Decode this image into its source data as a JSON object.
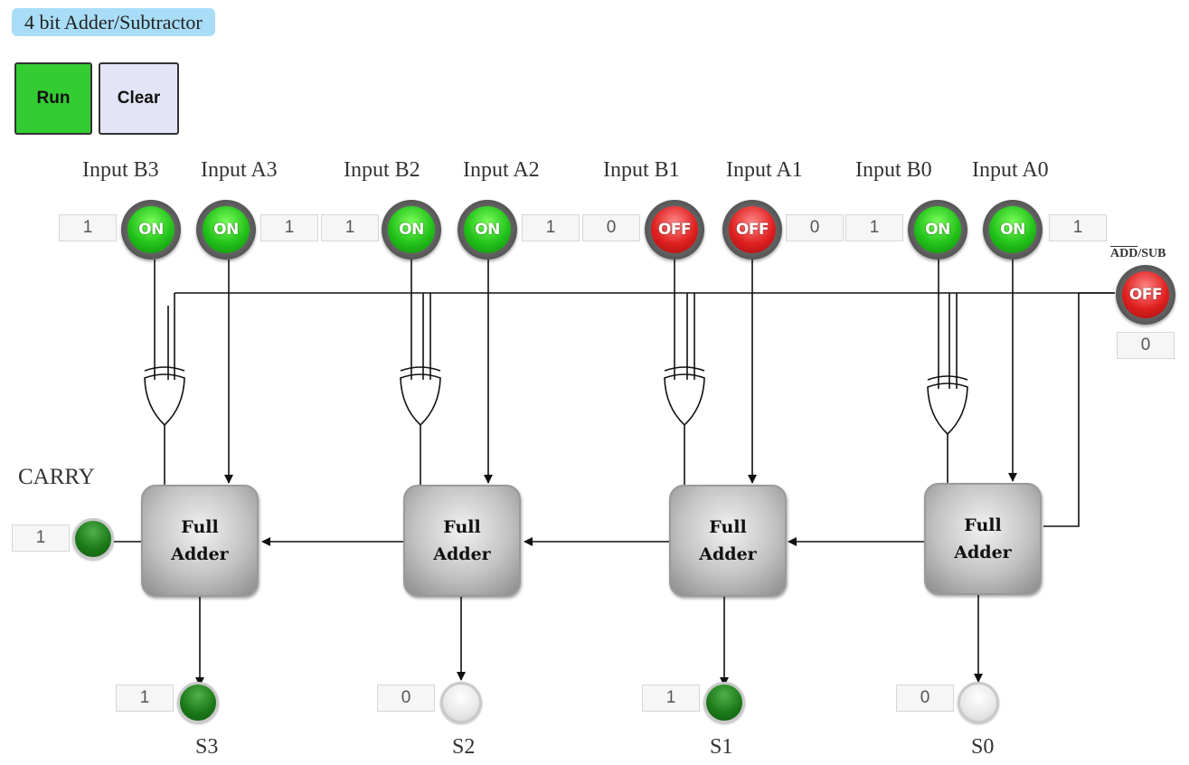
{
  "title": "4 bit Adder/Subtractor",
  "buttons": {
    "run": "Run",
    "clear": "Clear"
  },
  "inputs": [
    {
      "label": "Input B3",
      "value": "1",
      "state": "ON"
    },
    {
      "label": "Input A3",
      "value": "1",
      "state": "ON"
    },
    {
      "label": "Input B2",
      "value": "1",
      "state": "ON"
    },
    {
      "label": "Input A2",
      "value": "1",
      "state": "ON"
    },
    {
      "label": "Input B1",
      "value": "0",
      "state": "OFF"
    },
    {
      "label": "Input A1",
      "value": "0",
      "state": "OFF"
    },
    {
      "label": "Input B0",
      "value": "1",
      "state": "ON"
    },
    {
      "label": "Input A0",
      "value": "1",
      "state": "ON"
    }
  ],
  "mode": {
    "label_overline": "ADD",
    "label_rest": "/SUB",
    "value": "0",
    "state": "OFF"
  },
  "full_adder": {
    "line1": "Full",
    "line2": "Adder"
  },
  "carry": {
    "label": "CARRY",
    "value": "1",
    "lit": true
  },
  "outputs": [
    {
      "label": "S3",
      "value": "1",
      "lit": true
    },
    {
      "label": "S2",
      "value": "0",
      "lit": false
    },
    {
      "label": "S1",
      "value": "1",
      "lit": true
    },
    {
      "label": "S0",
      "value": "0",
      "lit": false
    }
  ],
  "colors": {
    "title_bg": "#a9ddf7",
    "run_bg": "#33cc33",
    "clear_bg": "#e4e4f8",
    "on": "#22c21a",
    "off": "#e02020",
    "lit": "#1d7a1a"
  }
}
